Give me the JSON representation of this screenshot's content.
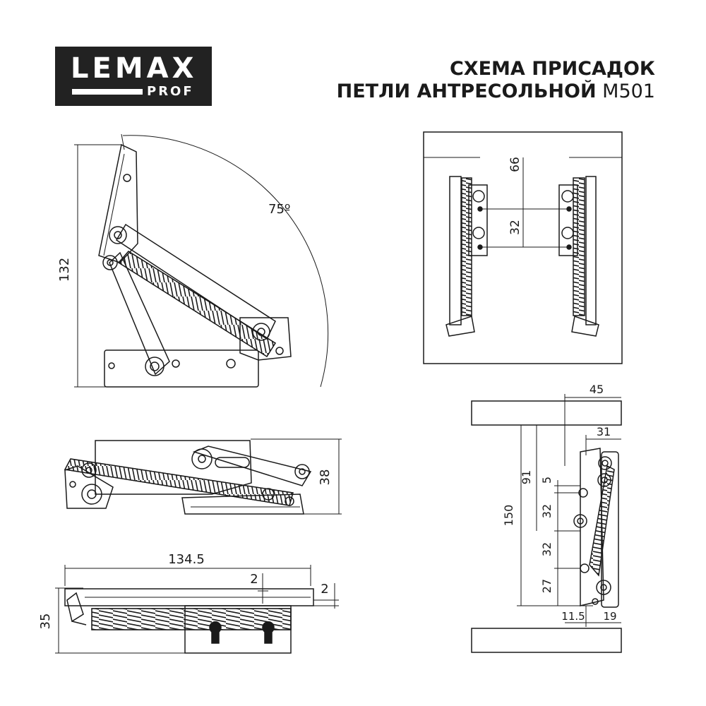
{
  "logo": {
    "brand": "LEMAX",
    "sub": "PROF"
  },
  "title": {
    "line1": "СХЕМА ПРИСАДОК",
    "line2_bold": "ПЕТЛИ АНТРЕСОЛЬНОЙ",
    "line2_model": "М501"
  },
  "side_view": {
    "height": "132",
    "angle": "75º"
  },
  "front_view": {
    "height": "38"
  },
  "bottom_view": {
    "length": "134.5",
    "gap_a": "2",
    "gap_b": "2",
    "height": "35"
  },
  "drill_top": {
    "offset": "66",
    "spacing": "32"
  },
  "drill_side": {
    "width": "45",
    "inner_width": "31",
    "height": "150",
    "upper": "91",
    "d5": "5",
    "d32a": "32",
    "d32b": "32",
    "d27": "27",
    "left_off": "11.5",
    "right_off": "19"
  }
}
